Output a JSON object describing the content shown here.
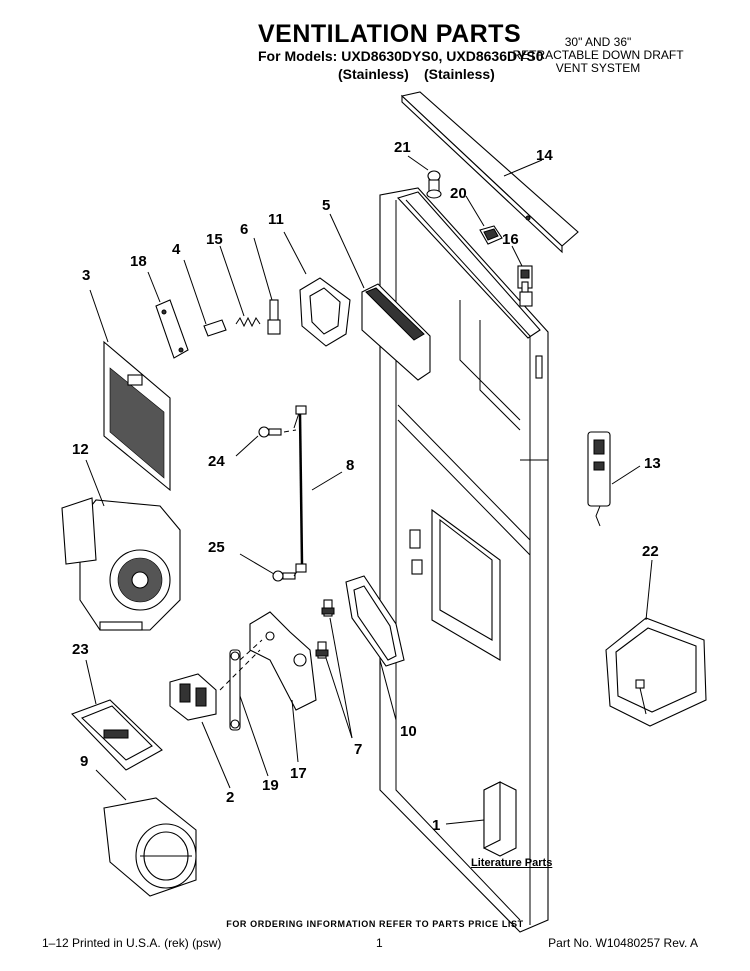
{
  "header": {
    "title": "VENTILATION PARTS",
    "models": "For Models: UXD8630DYS0, UXD8636DYS0",
    "variant_1": "(Stainless)",
    "variant_2": "(Stainless)",
    "system_line_1": "30\" AND 36\"",
    "system_line_2": "RETRACTABLE DOWN DRAFT",
    "system_line_3": "VENT SYSTEM"
  },
  "callouts": {
    "p1": "1",
    "p2": "2",
    "p3": "3",
    "p4": "4",
    "p5": "5",
    "p6": "6",
    "p7": "7",
    "p8": "8",
    "p9": "9",
    "p10": "10",
    "p11": "11",
    "p12": "12",
    "p13": "13",
    "p14": "14",
    "p15": "15",
    "p16": "16",
    "p17": "17",
    "p18": "18",
    "p19": "19",
    "p20": "20",
    "p21": "21",
    "p22": "22",
    "p23": "23",
    "p24": "24",
    "p25": "25"
  },
  "literature_label": "Literature Parts",
  "footer": {
    "ordering": "FOR ORDERING INFORMATION REFER TO PARTS PRICE LIST",
    "printed": "1–12 Printed in U.S.A. (rek) (psw)",
    "page": "1",
    "part_no": "Part No. W10480257 Rev. A"
  }
}
